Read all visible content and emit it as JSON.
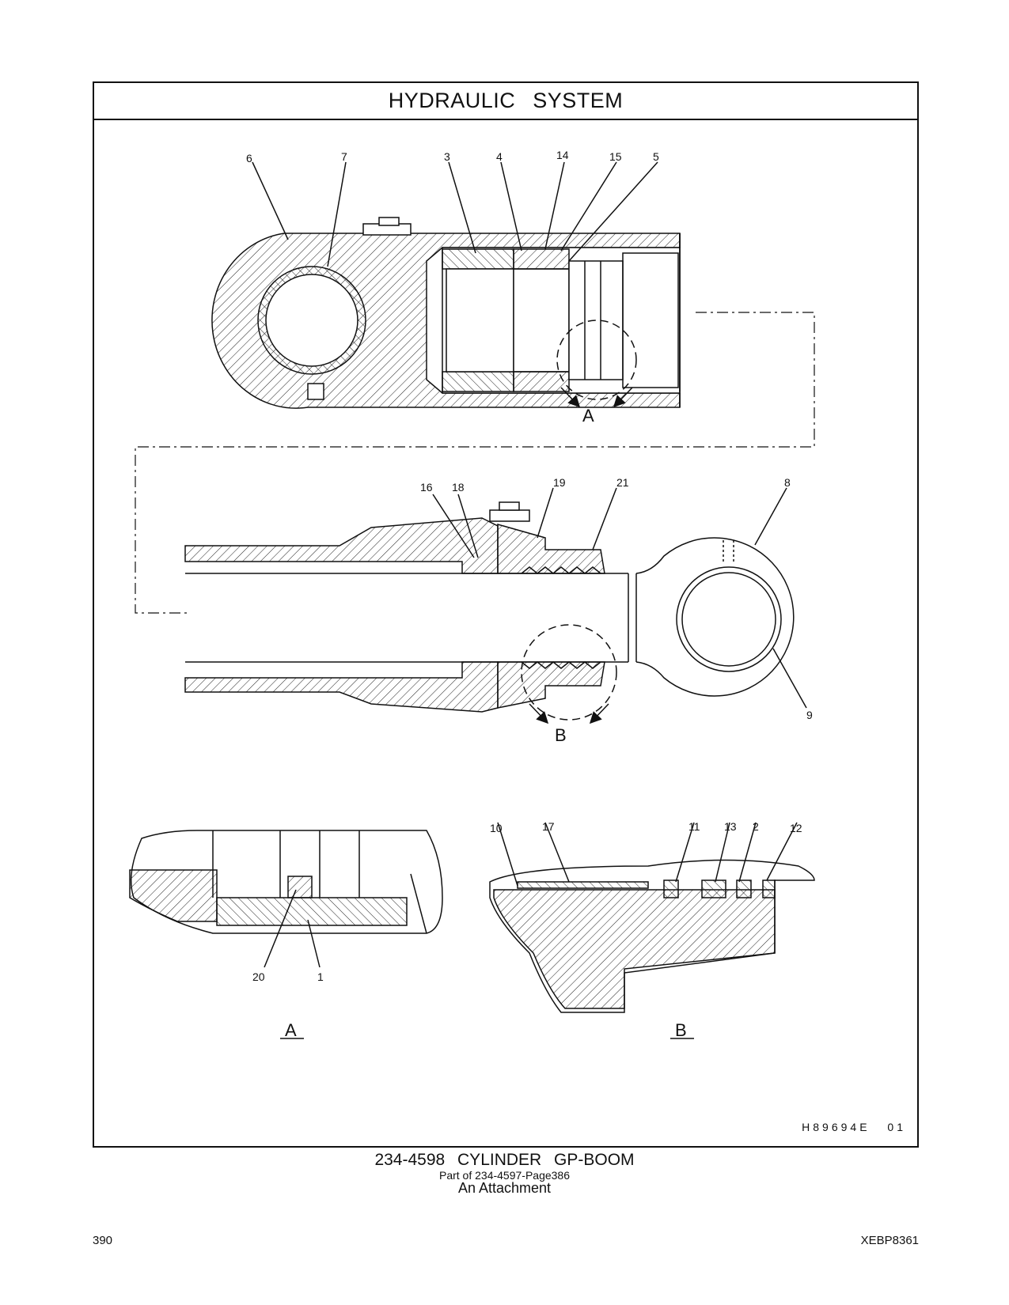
{
  "header": {
    "section_title": "HYDRAULIC SYSTEM"
  },
  "callouts": {
    "c1": "1",
    "c2": "2",
    "c3": "3",
    "c4": "4",
    "c5": "5",
    "c6": "6",
    "c7": "7",
    "c8": "8",
    "c9": "9",
    "c10": "10",
    "c11": "11",
    "c12": "12",
    "c13": "13",
    "c14": "14",
    "c15": "15",
    "c16": "16",
    "c17": "17",
    "c18": "18",
    "c19": "19",
    "c20": "20",
    "c21": "21"
  },
  "detail_views": {
    "a": "A",
    "b": "B"
  },
  "drawing_number": "H89694E 01",
  "caption": {
    "title": "234-4598 CYLINDER GP-BOOM",
    "subtitle": "Part of 234-4597-Page386",
    "note": "An Attachment"
  },
  "footer": {
    "page_number": "390",
    "document_number": "XEBP8361"
  }
}
